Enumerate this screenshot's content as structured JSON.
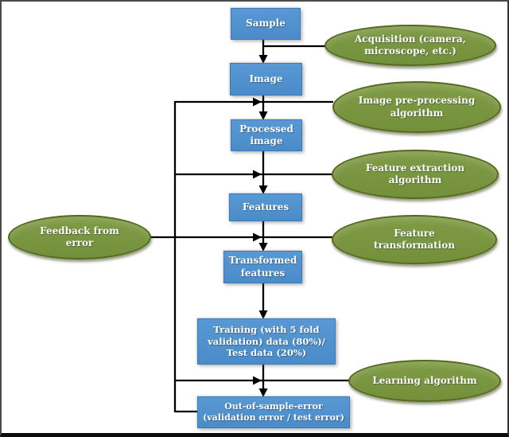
{
  "figure_type": "flowchart",
  "colors": {
    "process_box_fill": "#4f90cd",
    "ellipse_fill": "#77923d",
    "ellipse_border": "#55691f",
    "connector": "#000000",
    "text": "#fdfdf8",
    "frame_border": "#333333"
  },
  "nodes": {
    "sample": {
      "type": "box",
      "lines": [
        "Sample"
      ]
    },
    "image": {
      "type": "box",
      "lines": [
        "Image"
      ]
    },
    "processed": {
      "type": "box",
      "lines": [
        "Processed",
        "image"
      ]
    },
    "features": {
      "type": "box",
      "lines": [
        "Features"
      ]
    },
    "transformed": {
      "type": "box",
      "lines": [
        "Transformed",
        "features"
      ]
    },
    "training": {
      "type": "box",
      "lines": [
        "Training (with 5 fold",
        "validation) data (80%)/",
        "Test data (20%)"
      ]
    },
    "out_of_sample": {
      "type": "box",
      "lines": [
        "Out-of-sample-error",
        "(validation error / test error)"
      ]
    },
    "acquisition": {
      "type": "ellipse",
      "lines": [
        "Acquisition (camera,",
        "microscope, etc.)"
      ]
    },
    "preprocessing": {
      "type": "ellipse",
      "lines": [
        "Image pre-processing",
        "algorithm"
      ]
    },
    "extraction": {
      "type": "ellipse",
      "lines": [
        "Feature extraction",
        "algorithm"
      ]
    },
    "transformation": {
      "type": "ellipse",
      "lines": [
        "Feature",
        "transformation"
      ]
    },
    "learning": {
      "type": "ellipse",
      "lines": [
        "Learning algorithm"
      ]
    },
    "feedback": {
      "type": "ellipse",
      "lines": [
        "Feedback from",
        "error"
      ]
    }
  },
  "edges": [
    {
      "from": "sample",
      "to": "image",
      "arrow": true
    },
    {
      "from": "image",
      "to": "processed",
      "arrow": true
    },
    {
      "from": "processed",
      "to": "features",
      "arrow": true
    },
    {
      "from": "features",
      "to": "transformed",
      "arrow": true
    },
    {
      "from": "transformed",
      "to": "training",
      "arrow": true
    },
    {
      "from": "training",
      "to": "out_of_sample",
      "arrow": true
    },
    {
      "from": "acquisition",
      "joins": "sample->image",
      "arrow": false
    },
    {
      "from": "preprocessing",
      "joins": "image->processed",
      "arrow": false
    },
    {
      "from": "extraction",
      "joins": "processed->features",
      "arrow": false
    },
    {
      "from": "transformation",
      "joins": "features->transformed",
      "arrow": false
    },
    {
      "from": "feedback",
      "joins": "features->transformed",
      "arrow": false
    },
    {
      "from": "learning",
      "joins": "training->out_of_sample",
      "arrow": false
    },
    {
      "from": "out_of_sample",
      "to": "feedback-loop-line",
      "note": "runs left then up, arrowheads point into each junction",
      "arrow": true
    }
  ]
}
